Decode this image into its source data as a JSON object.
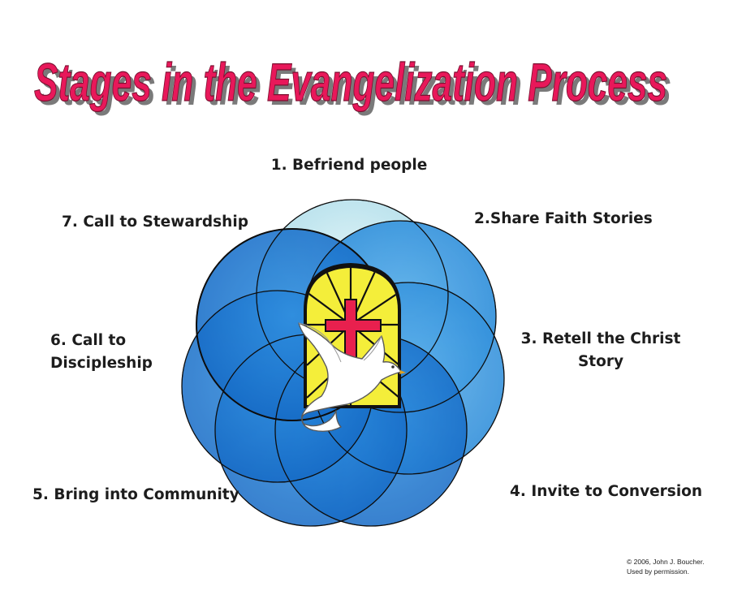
{
  "title": "Stages in the Evangelization Process",
  "colors": {
    "title_fill": "#e8185a",
    "title_shadow": "#7a7a7a",
    "circle_dark": "#1f7fd6",
    "circle_mid": "#3a97e0",
    "circle_light": "#bfe6ef",
    "outline": "#0d0d0d",
    "window_yellow": "#f4ee3a",
    "cross_red": "#e8204e"
  },
  "icons": {
    "center": "stained-glass-window-cross-icon",
    "dove": "dove-icon"
  },
  "stages": [
    {
      "label": "1. Befriend people"
    },
    {
      "label": "2.Share Faith Stories"
    },
    {
      "label_line1": "3. Retell the Christ",
      "label_line2": "Story"
    },
    {
      "label": "4. Invite to Conversion"
    },
    {
      "label": "5. Bring into Community"
    },
    {
      "label_line1": "6. Call to",
      "label_line2": "Discipleship"
    },
    {
      "label": "7. Call to Stewardship"
    }
  ],
  "copyright": {
    "line1": "© 2006, John J. Boucher.",
    "line2": "Used by permission."
  }
}
